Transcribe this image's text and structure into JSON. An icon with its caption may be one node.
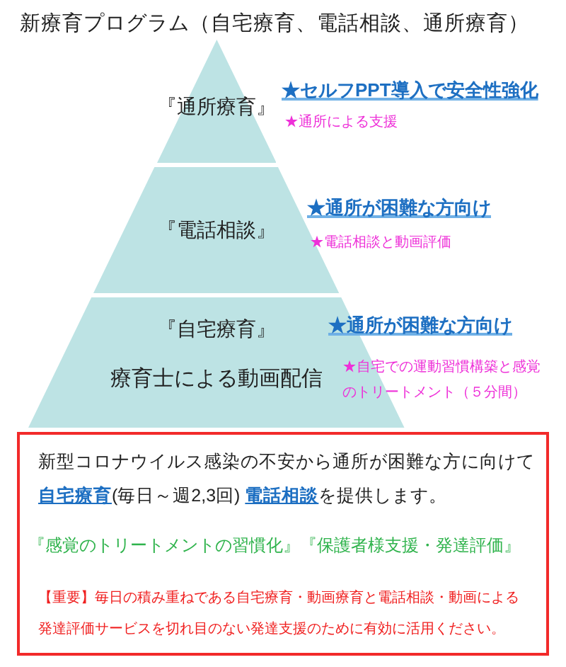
{
  "diagram": {
    "title": "新療育プログラム（自宅療育、電話相談、通所療育）",
    "nodes": [
      {
        "text": [
          "『通所療育』"
        ],
        "beside": [
          "★セルフPPT導入で安全性強化",
          "★通所による支援"
        ]
      },
      {
        "text": [
          "『電話相談』"
        ],
        "beside": [
          "★通所が困難な方向け",
          "★電話相談と動画評価"
        ]
      },
      {
        "text": [
          "『自宅療育』",
          "療育士による動画配信"
        ],
        "beside": [
          "★通所が困難な方向け",
          "★自宅での運動習慣構築と感覚のトリートメント（５分間）"
        ]
      },
      {
        "text": [
          "新型コロナウイルス感染の不安から通所が困難な方に向けて**自宅療育**(毎日～週2,3回) **電話相談**を提供します。",
          "『感覚のトリートメントの習慣化』『保護者様支援・発達評価』",
          "【重要】毎日の積み重ねである自宅療育・動画療育と電話相談・動画による発達評価サービスを切れ目のない発達支援のために有効に活用ください。"
        ]
      }
    ]
  }
}
